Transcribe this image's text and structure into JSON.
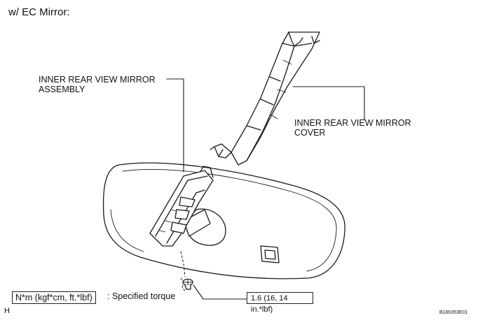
{
  "header": {
    "title": "w/ EC Mirror:"
  },
  "labels": {
    "assembly_line1": "INNER REAR VIEW MIRROR",
    "assembly_line2": "ASSEMBLY",
    "cover_line1": "INNER REAR VIEW MIRROR",
    "cover_line2": "COVER"
  },
  "legend": {
    "unit_box": "N*m (kgf*cm, ft.*lbf)",
    "description": ": Specified torque"
  },
  "torque": {
    "value": "1.6 (16, 14 in.*lbf)"
  },
  "footer": {
    "corner_mark": "H",
    "figure_code": "B186353E01"
  }
}
